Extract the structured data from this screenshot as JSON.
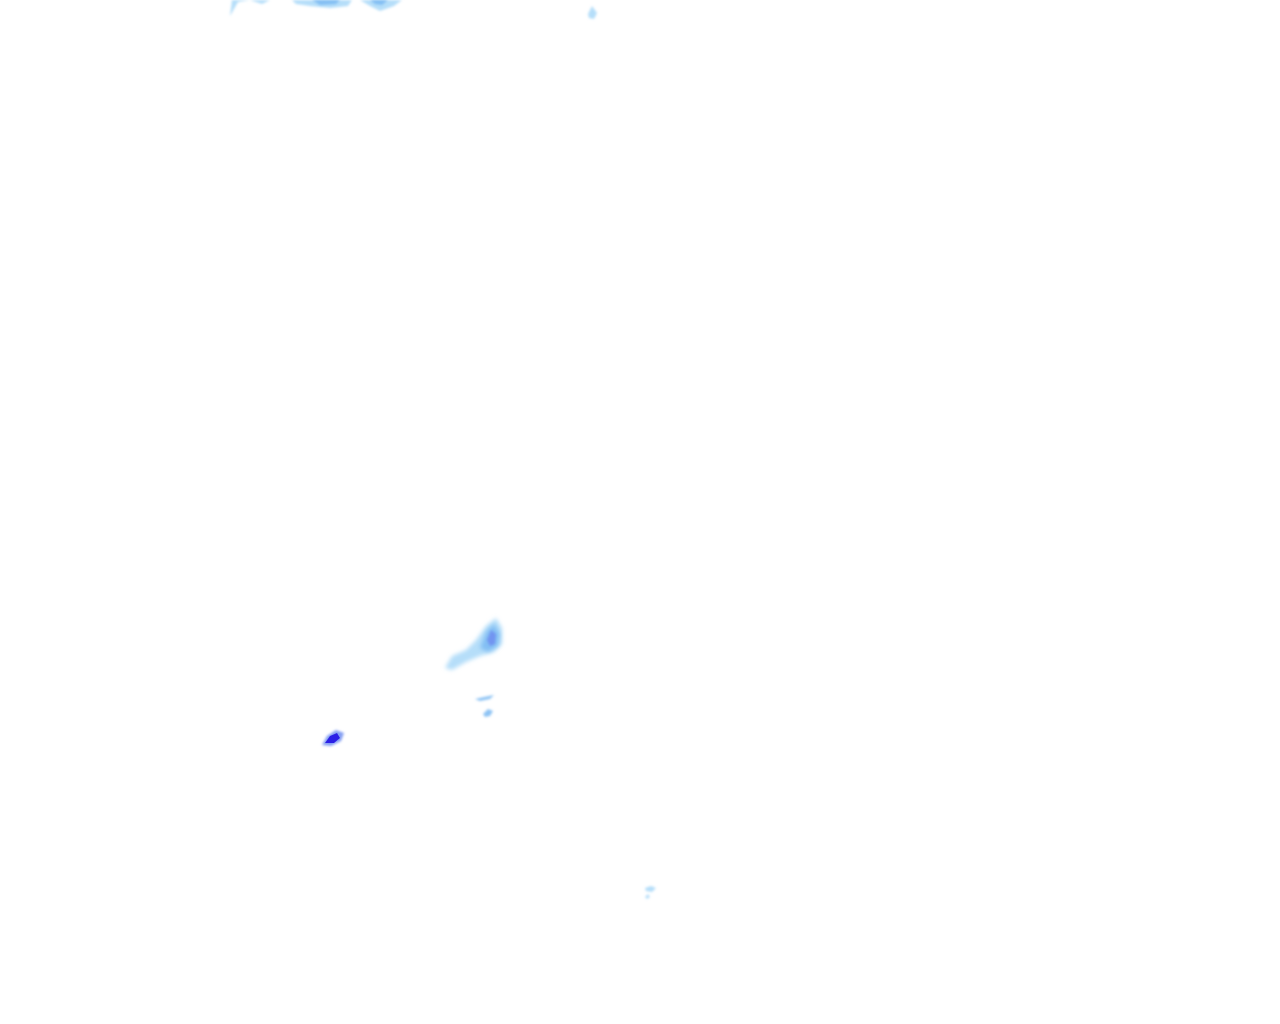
{
  "overlay": {
    "type": "precipitation-radar-tile",
    "background": "transparent",
    "palette": {
      "light": "#a8d8f8",
      "moderate": "#79b9f2",
      "heavy": "#6f8df0",
      "intense": "#2b1fe6"
    },
    "echoes": [
      {
        "name": "echo-top-left",
        "intensity": "light"
      },
      {
        "name": "echo-top-center",
        "intensity": "moderate"
      },
      {
        "name": "echo-top-right",
        "intensity": "light"
      },
      {
        "name": "echo-top-far-right",
        "intensity": "light"
      },
      {
        "name": "echo-mid-cell",
        "intensity": "heavy"
      },
      {
        "name": "echo-small-streak",
        "intensity": "light"
      },
      {
        "name": "echo-small-dot",
        "intensity": "moderate"
      },
      {
        "name": "echo-intense-cell",
        "intensity": "intense"
      },
      {
        "name": "echo-bottom-speck",
        "intensity": "light"
      }
    ]
  }
}
